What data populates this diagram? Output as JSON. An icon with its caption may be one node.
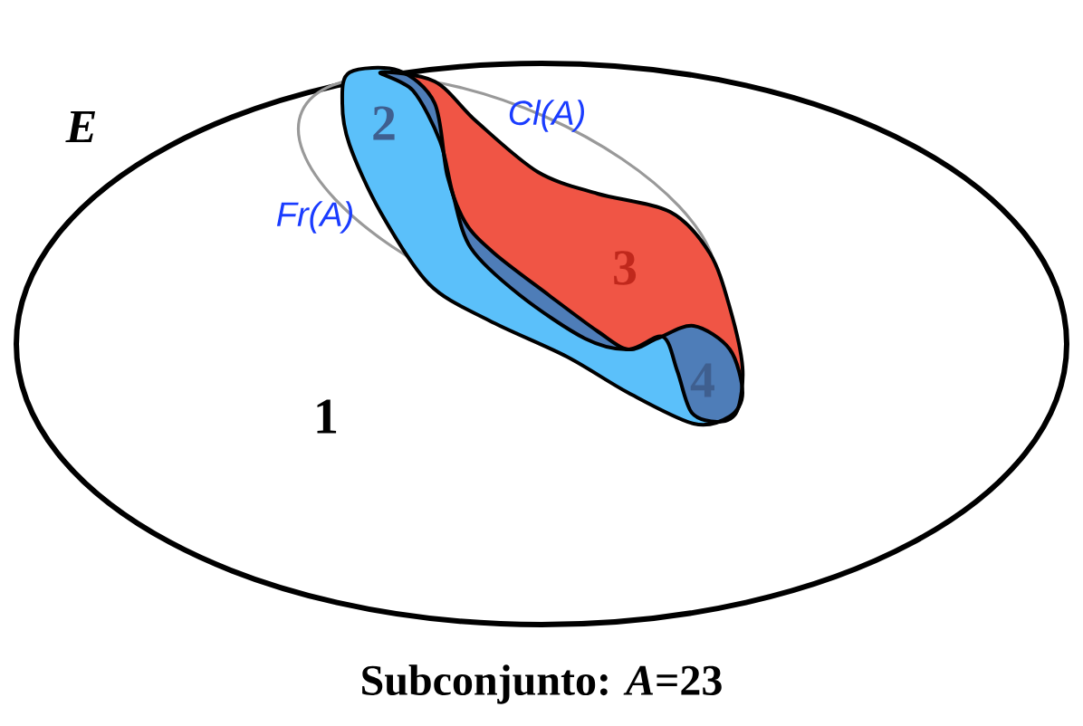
{
  "diagram": {
    "caption": "Subconjunto: *A*=23",
    "nodes": [
      {
        "text": [
          "E"
        ]
      }
    ],
    "labels": [
      "Cl(A)",
      "2",
      "Fr(A)",
      "3",
      "1",
      "4"
    ]
  }
}
